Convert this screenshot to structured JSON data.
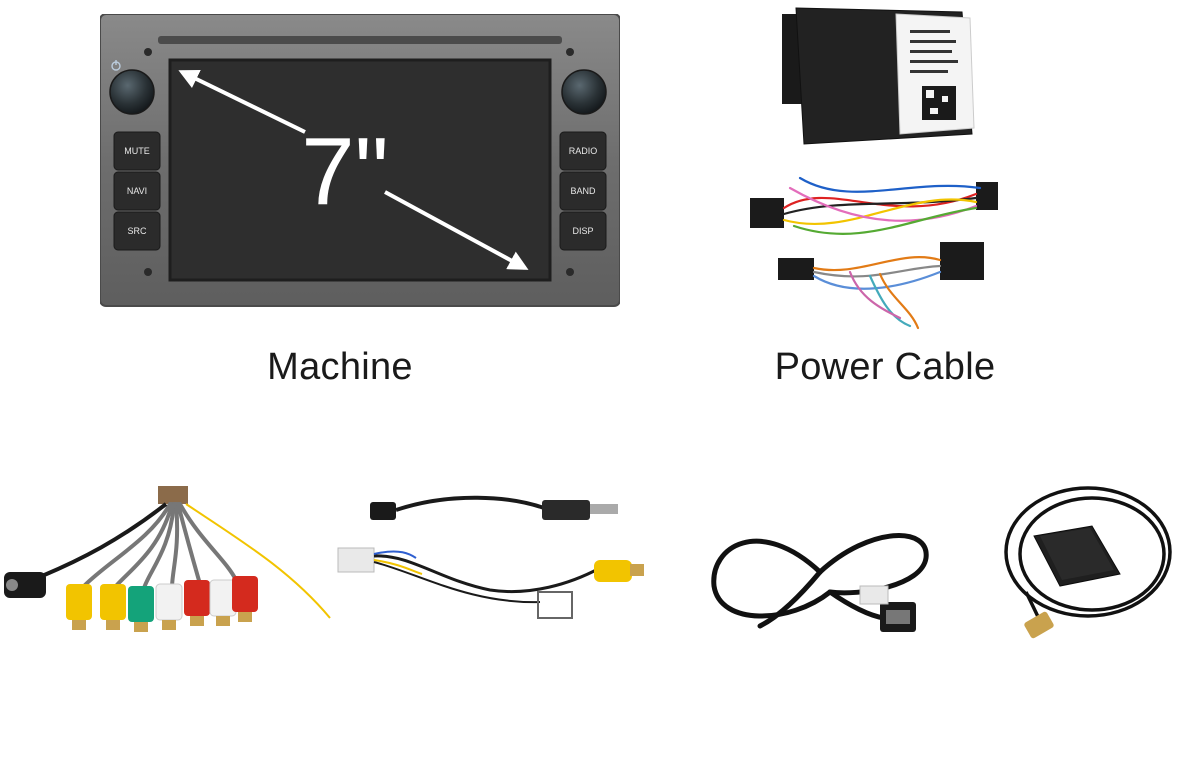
{
  "unit": {
    "size_label": "7\"",
    "buttons_left": [
      "MUTE",
      "NAVI",
      "SRC"
    ],
    "buttons_right": [
      "RADIO",
      "BAND",
      "DISP"
    ]
  },
  "captions": {
    "machine": "Machine",
    "power_cable": "Power Cable"
  },
  "colors": {
    "bezel": "#6b6b6b",
    "screen": "#2e2e2e",
    "rca_yellow": "#f2c400",
    "rca_red": "#d42a1e",
    "rca_white": "#f2f2f2",
    "rca_green": "#14a37a"
  }
}
